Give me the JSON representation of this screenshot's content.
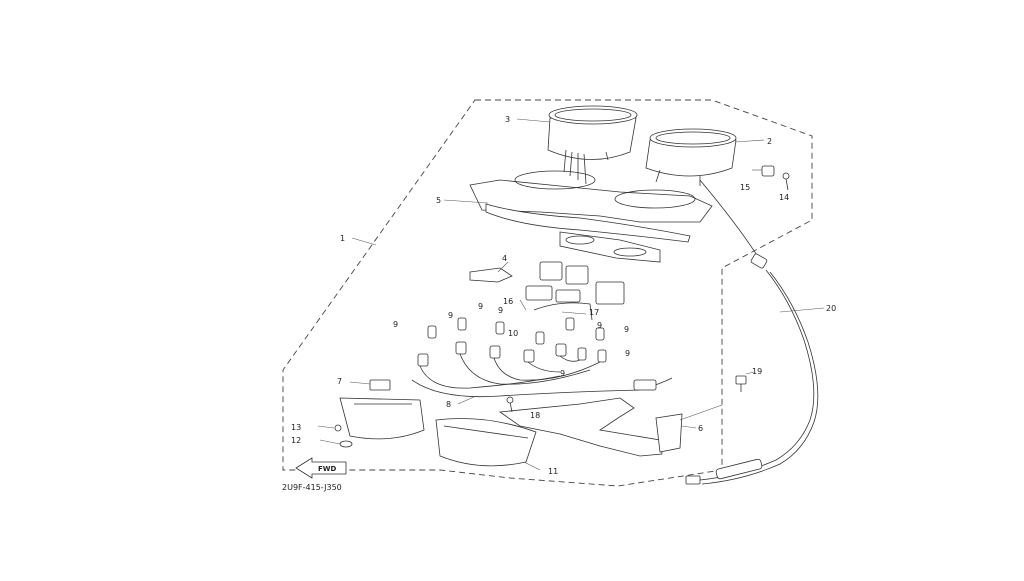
{
  "diagram": {
    "code": "2U9F-415-J350",
    "fwd_label": "FWD",
    "callouts": [
      {
        "id": "c1",
        "label": "1"
      },
      {
        "id": "c2",
        "label": "2"
      },
      {
        "id": "c3",
        "label": "3"
      },
      {
        "id": "c4",
        "label": "4"
      },
      {
        "id": "c5",
        "label": "5"
      },
      {
        "id": "c6",
        "label": "6"
      },
      {
        "id": "c7",
        "label": "7"
      },
      {
        "id": "c8",
        "label": "8"
      },
      {
        "id": "c9a",
        "label": "9"
      },
      {
        "id": "c9b",
        "label": "9"
      },
      {
        "id": "c9c",
        "label": "9"
      },
      {
        "id": "c9d",
        "label": "9"
      },
      {
        "id": "c9e",
        "label": "9"
      },
      {
        "id": "c9f",
        "label": "9"
      },
      {
        "id": "c9g",
        "label": "9"
      },
      {
        "id": "c9h",
        "label": "9"
      },
      {
        "id": "c10",
        "label": "10"
      },
      {
        "id": "c11",
        "label": "11"
      },
      {
        "id": "c12",
        "label": "12"
      },
      {
        "id": "c13",
        "label": "13"
      },
      {
        "id": "c14",
        "label": "14"
      },
      {
        "id": "c15",
        "label": "15"
      },
      {
        "id": "c16",
        "label": "16"
      },
      {
        "id": "c17",
        "label": "17"
      },
      {
        "id": "c18",
        "label": "18"
      },
      {
        "id": "c19",
        "label": "19"
      },
      {
        "id": "c20",
        "label": "20"
      }
    ]
  }
}
